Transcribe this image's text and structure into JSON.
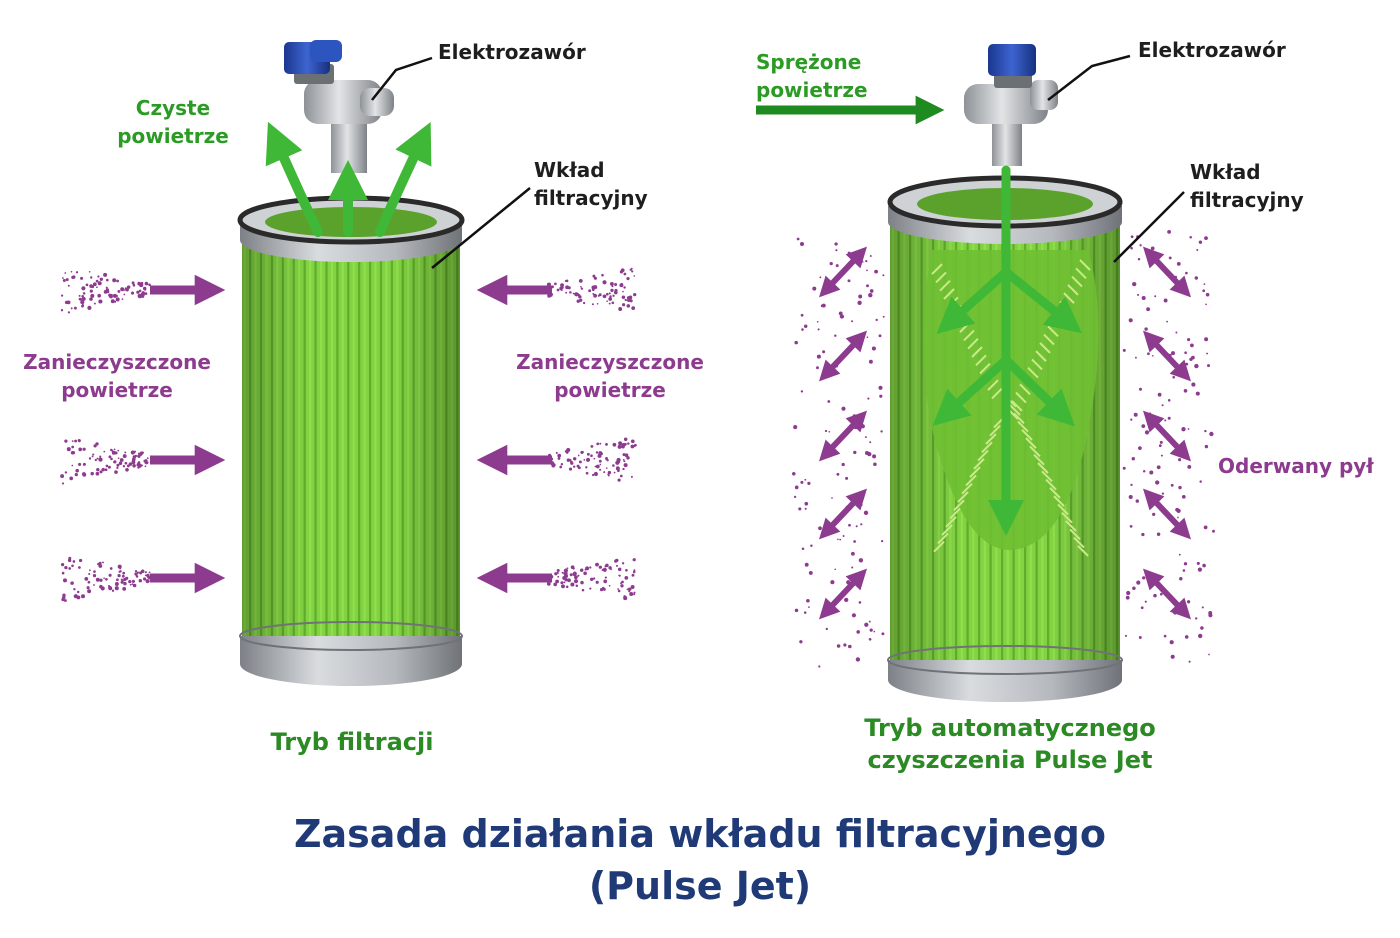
{
  "colors": {
    "pleat_light": "#8fe04a",
    "pleat_dark": "#5eae2a",
    "arrow_green": "#3fb838",
    "arrow_green_dark": "#1f8a1f",
    "dust_purple": "#8d3b8f",
    "title_blue": "#1f3a77",
    "valve_blue": "#2447a8",
    "metal": "#a9adb3"
  },
  "left_panel": {
    "valve_label": "Elektrozawór",
    "clean_air": {
      "line1": "Czyste",
      "line2": "powietrze"
    },
    "cartridge_label": {
      "line1": "Wkład",
      "line2": "filtracyjny"
    },
    "dirty_air_left": {
      "line1": "Zanieczyszczone",
      "line2": "powietrze"
    },
    "dirty_air_right": {
      "line1": "Zanieczyszczone",
      "line2": "powietrze"
    },
    "mode_label": "Tryb filtracji"
  },
  "right_panel": {
    "valve_label": "Elektrozawór",
    "compressed_air": {
      "line1": "Sprężone",
      "line2": "powietrze"
    },
    "cartridge_label": {
      "line1": "Wkład",
      "line2": "filtracyjny"
    },
    "dust_label": "Oderwany pył",
    "mode_label": {
      "line1": "Tryb automatycznego",
      "line2": "czyszczenia Pulse Jet"
    }
  },
  "title": {
    "line1": "Zasada działania wkładu filtracyjnego",
    "line2": "(Pulse Jet)"
  }
}
